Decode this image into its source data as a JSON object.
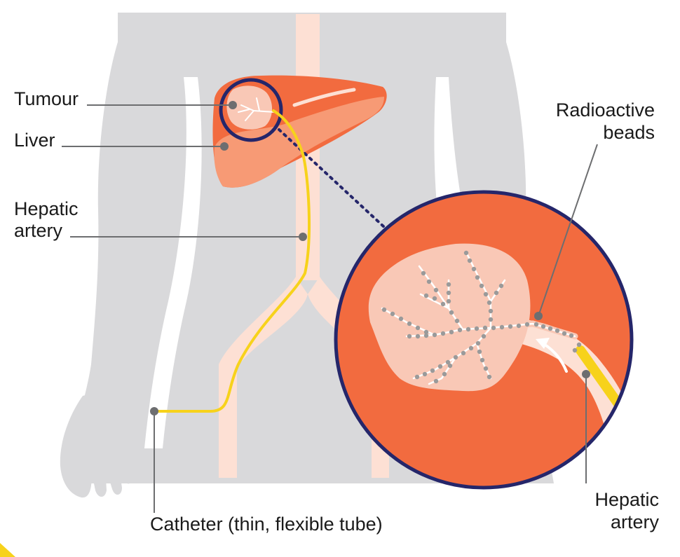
{
  "labels": {
    "tumour": "Tumour",
    "liver": "Liver",
    "hepatic_artery_left_1": "Hepatic",
    "hepatic_artery_left_2": "artery",
    "radioactive_beads_1": "Radioactive",
    "radioactive_beads_2": "beads",
    "hepatic_artery_right_1": "Hepatic",
    "hepatic_artery_right_2": "artery",
    "catheter": "Catheter (thin, flexible tube)"
  },
  "colors": {
    "body": "#d9d9db",
    "vessel": "#fde0d4",
    "liver_dark": "#f26b3f",
    "liver_light": "#f79a75",
    "tumour": "#f9c8b6",
    "catheter": "#f7d21b",
    "ring": "#25266a",
    "leader": "#6d6e70",
    "beads": "#9a9a9a"
  }
}
